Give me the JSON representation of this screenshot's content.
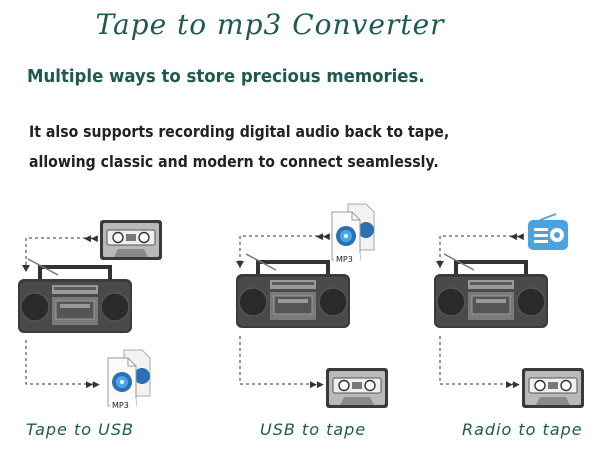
{
  "header": {
    "title": "Tape to mp3 Converter",
    "subtitle": "Multiple ways to store precious memories.",
    "line1": "It also supports recording digital audio back to tape,",
    "line2": "allowing classic and modern to connect seamlessly."
  },
  "panels": [
    {
      "caption": "Tape to USB",
      "top_icon": "cassette-icon",
      "bottom_icon": "mp3-file-icon"
    },
    {
      "caption": "USB to tape",
      "top_icon": "mp3-file-icon",
      "bottom_icon": "cassette-icon"
    },
    {
      "caption": "Radio to tape",
      "top_icon": "radio-icon",
      "bottom_icon": "cassette-icon"
    }
  ],
  "labels": {
    "mp3": "MP3"
  },
  "colors": {
    "accent": "#1e5a50",
    "radio_icon": "#4aa3df"
  }
}
